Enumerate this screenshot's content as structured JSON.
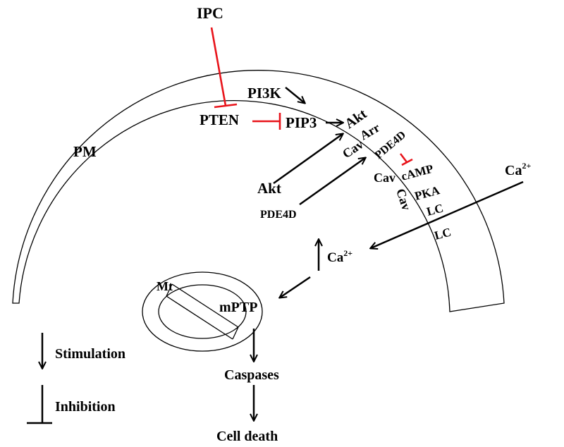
{
  "labels": {
    "ipc": "IPC",
    "pi3k": "PI3K",
    "pten": "PTEN",
    "pip3": "PIP3",
    "akt_membrane": "Akt",
    "arr": "Arr",
    "pde4d_membrane": "PDE4D",
    "cav_1": "Cav",
    "cav_2": "Cav",
    "camp": "cAMP",
    "cav_3": "Cav",
    "pka": "PKA",
    "lc_1": "LC",
    "lc_2": "LC",
    "pm": "PM",
    "akt_cytosol": "Akt",
    "pde4d_cytosol": "PDE4D",
    "ca_outside": "Ca",
    "ca_outside_sup": "2+",
    "ca_inside": "Ca",
    "ca_inside_sup": "2+",
    "mt": "Mt",
    "mptp": "mPTP",
    "caspases": "Caspases",
    "cell_death": "Cell death"
  },
  "legend": {
    "stimulation": "Stimulation",
    "inhibition": "Inhibition"
  },
  "colors": {
    "inhibition_red": "#e8141b",
    "line_black": "#000000"
  }
}
